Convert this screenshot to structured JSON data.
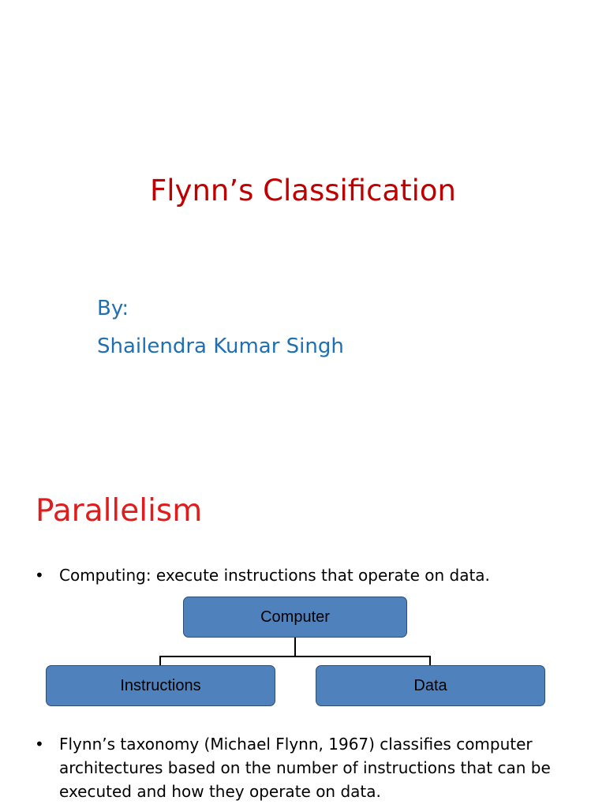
{
  "slide1": {
    "title": "Flynn’s Classification",
    "by_label": "By:",
    "author": "Shailendra Kumar Singh"
  },
  "slide2": {
    "heading": "Parallelism",
    "bullets": [
      "Computing: execute instructions that operate on data.",
      "Flynn’s taxonomy (Michael Flynn, 1967) classifies computer architectures based on the number of instructions that can be executed and how they operate on data."
    ],
    "bullet_glyph": "•",
    "diagram": {
      "root": "Computer",
      "children": [
        "Instructions",
        "Data"
      ]
    }
  },
  "colors": {
    "title_red": "#c00000",
    "heading_red": "#e11c1c",
    "subtitle_blue": "#1f6fb4",
    "box_fill": "#4f81bd",
    "box_border": "#2c4d75"
  }
}
